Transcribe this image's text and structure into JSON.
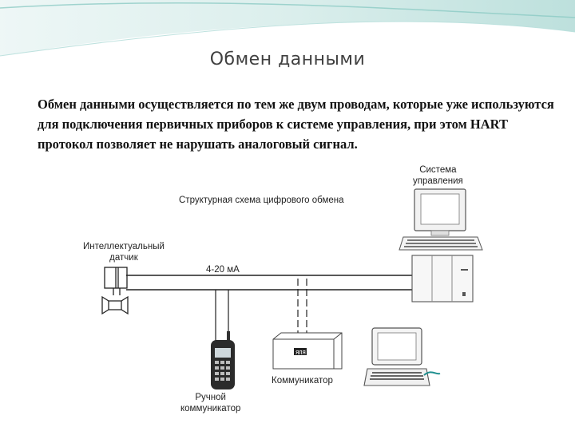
{
  "slide": {
    "title": "Обмен данными",
    "body_text": "Обмен данными осуществляется по тем же двум проводам, которые уже используются для подключения первичных приборов к системе управления, при этом HART протокол позволяет не нарушать аналоговый сигнал."
  },
  "diagram": {
    "caption": "Структурная схема цифрового обмена",
    "sensor_label_line1": "Интеллектуальный",
    "sensor_label_line2": "датчик",
    "current_label": "4-20 мА",
    "control_system_line1": "Система",
    "control_system_line2": "управления",
    "communicator_label": "Коммуникатор",
    "handheld_line1": "Ручной",
    "handheld_line2": "коммуникатор",
    "communicator_screen_text": "ЯЛЯ"
  },
  "colors": {
    "accent_teal": "#9fd3cf",
    "accent_light": "#e3f2f1",
    "text": "#111111",
    "line": "#222222"
  }
}
